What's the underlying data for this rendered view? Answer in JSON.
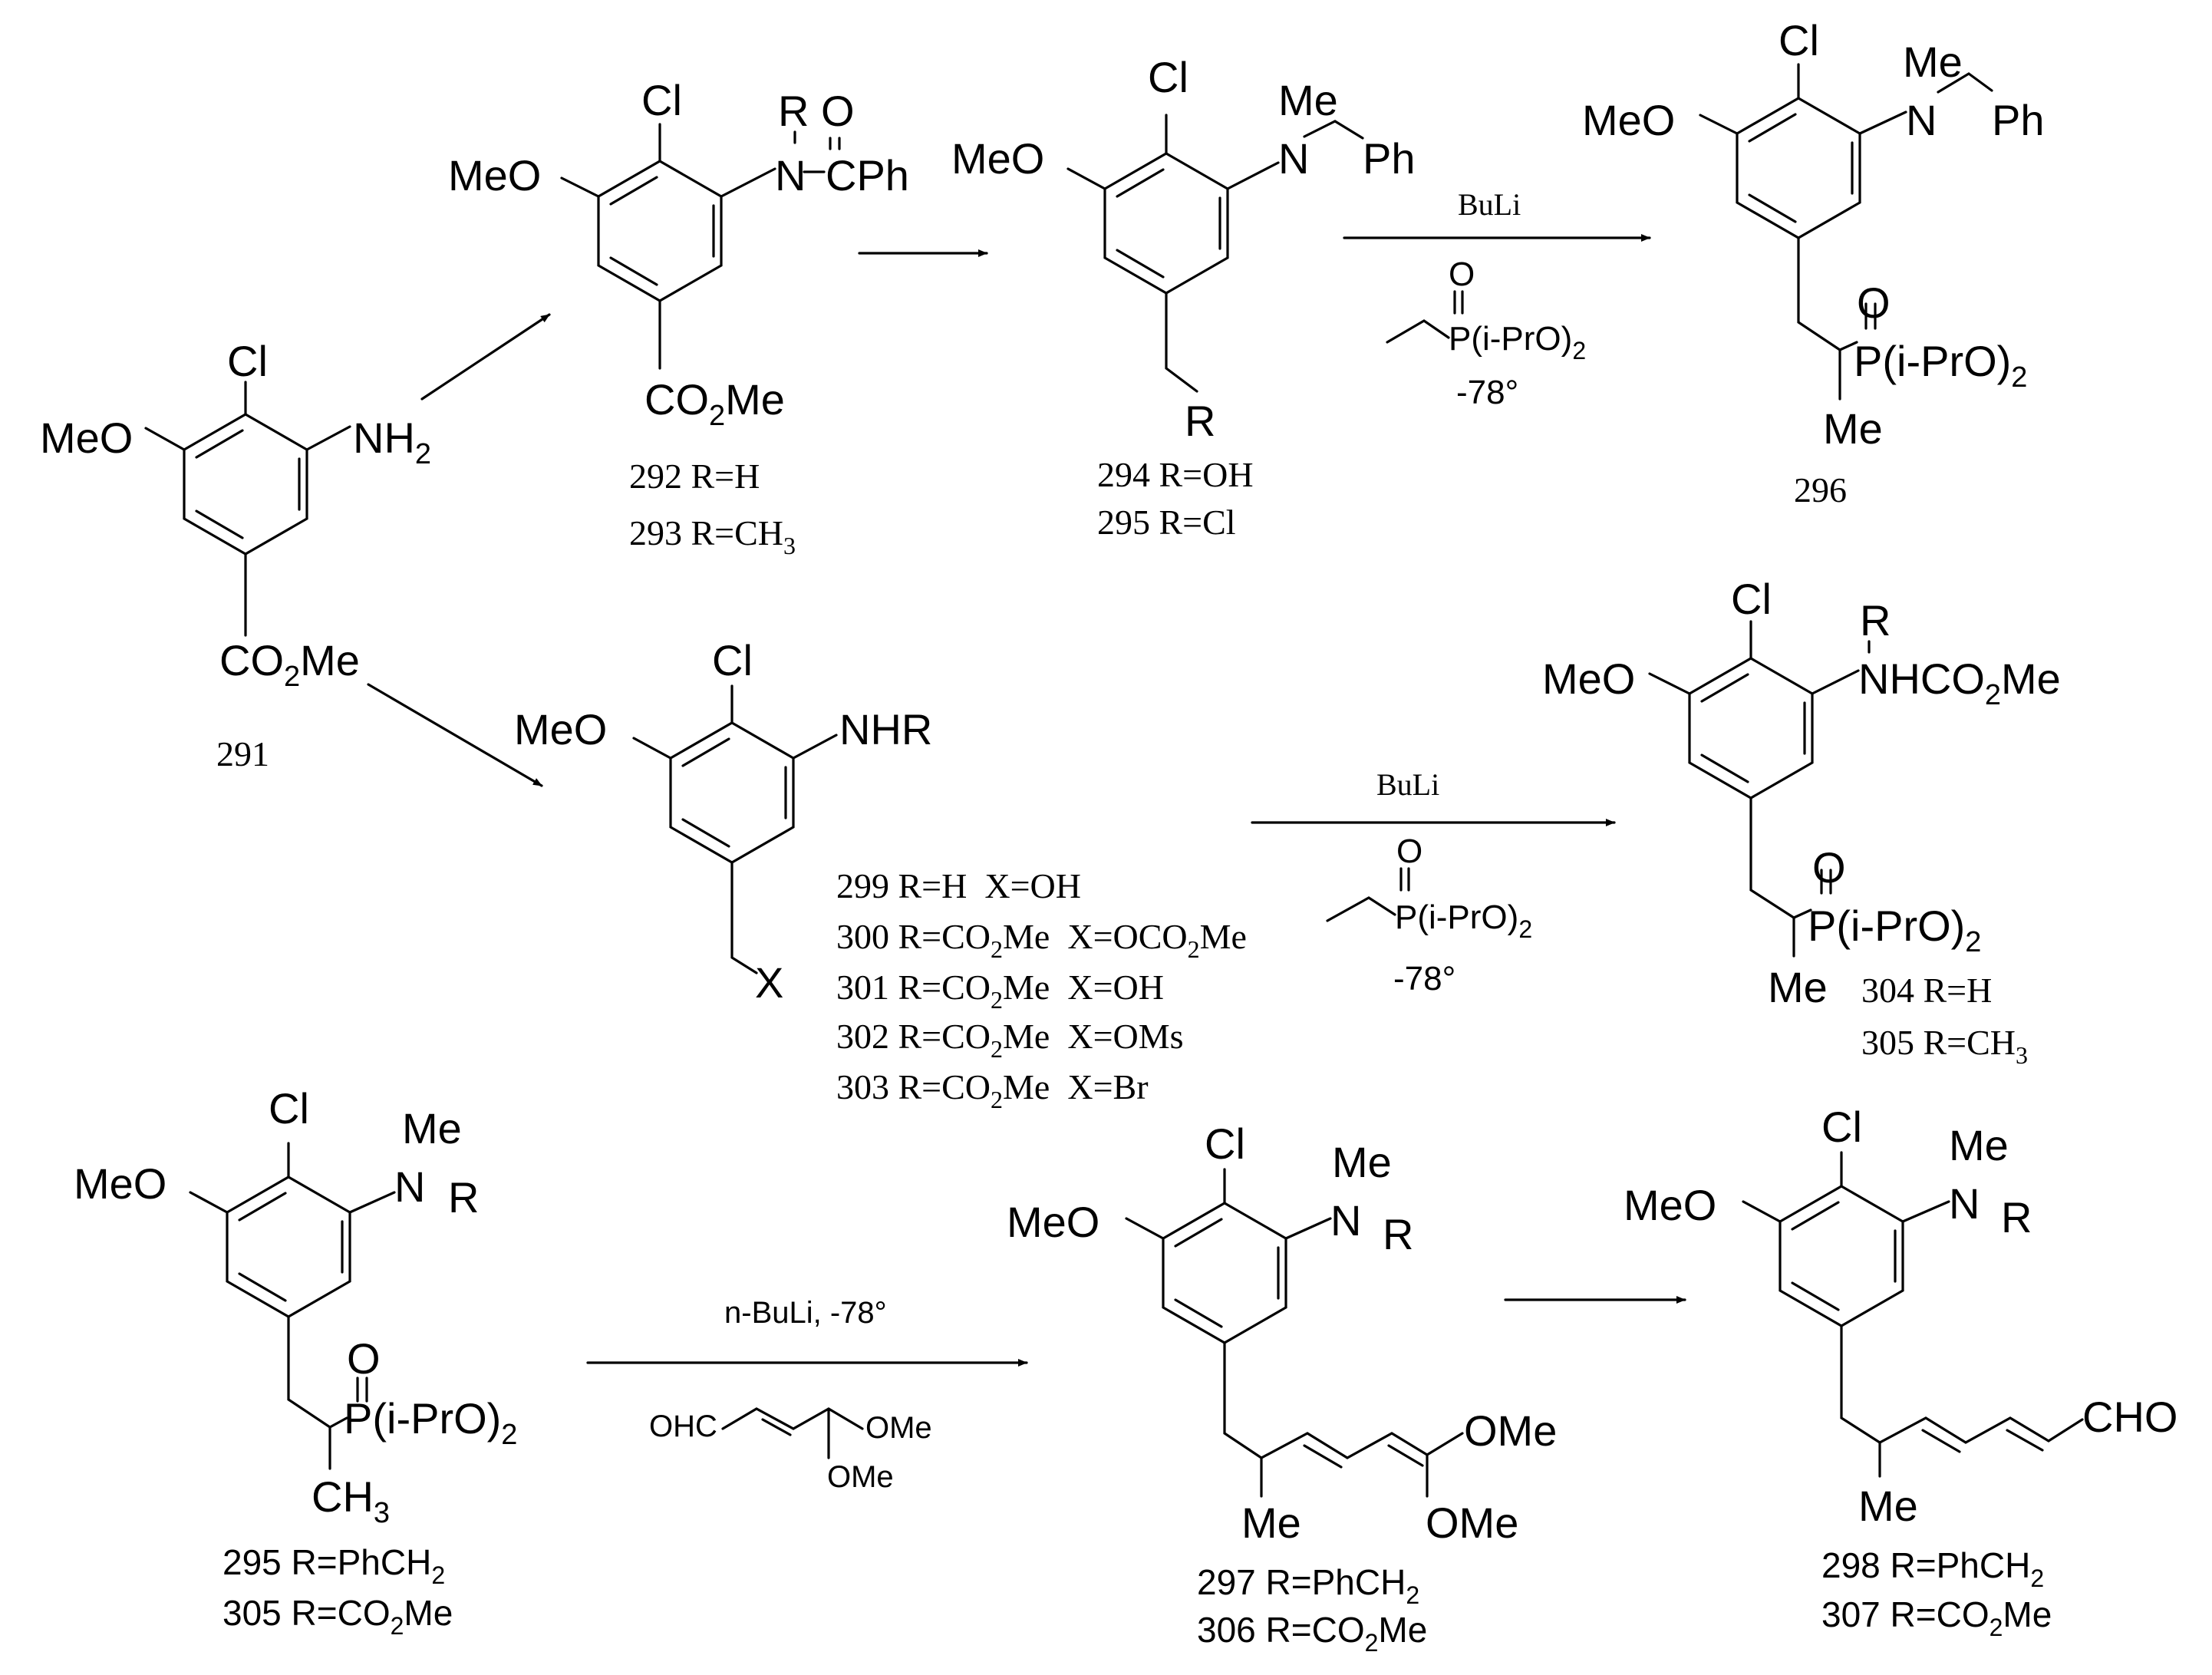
{
  "compound_291": {
    "cl": "Cl",
    "ome": "MeO",
    "nh2": "NH",
    "nh2_sub": "2",
    "ester_a": "CO",
    "ester_sub": "2",
    "ester_b": "Me",
    "label": "291"
  },
  "compound_292_293": {
    "cl": "Cl",
    "ome": "MeO",
    "r": "R",
    "o": "O",
    "n": "N",
    "cph": "CPh",
    "ester_a": "CO",
    "ester_sub": "2",
    "ester_b": "Me",
    "label_1": "292 R=H",
    "label_2a": "293 R=CH",
    "label_2sub": "3"
  },
  "compound_294_295": {
    "cl": "Cl",
    "ome": "MeO",
    "me": "Me",
    "n": "N",
    "ph": "Ph",
    "r": "R",
    "label_1": "294 R=OH",
    "label_2": "295 R=Cl"
  },
  "compound_296": {
    "cl": "Cl",
    "ome": "MeO",
    "me_n": "Me",
    "n": "N",
    "ph": "Ph",
    "o": "O",
    "p_a": "P(i-PrO)",
    "p_sub": "2",
    "me": "Me",
    "label": "296"
  },
  "arrow_1": {
    "reagent_top": "BuLi",
    "reagent_o": "O",
    "reagent_p_a": "P(i-PrO)",
    "reagent_p_sub": "2",
    "temp": "-78°"
  },
  "compound_299_303": {
    "cl": "Cl",
    "ome": "MeO",
    "nhr": "NHR",
    "x": "X",
    "l299": "299 R=H  X=OH",
    "l300a": "300 R=CO",
    "l300s1": "2",
    "l300b": "Me  X=OCO",
    "l300s2": "2",
    "l300c": "Me",
    "l301a": "301 R=CO",
    "l301s": "2",
    "l301b": "Me  X=OH",
    "l302a": "302 R=CO",
    "l302s": "2",
    "l302b": "Me  X=OMs",
    "l303a": "303 R=CO",
    "l303s": "2",
    "l303b": "Me  X=Br"
  },
  "arrow_2": {
    "reagent_top": "BuLi",
    "reagent_o": "O",
    "reagent_p_a": "P(i-PrO)",
    "reagent_p_sub": "2",
    "temp": "-78°"
  },
  "compound_304_305": {
    "cl": "Cl",
    "ome": "MeO",
    "r": "R",
    "nhco_a": "NHCO",
    "nhco_sub": "2",
    "nhco_b": "Me",
    "o": "O",
    "p_a": "P(i-PrO)",
    "p_sub": "2",
    "me": "Me",
    "label_1": "304 R=H",
    "label_2a": "305 R=CH",
    "label_2sub": "3"
  },
  "compound_295_305": {
    "cl": "Cl",
    "ome": "MeO",
    "me": "Me",
    "n": "N",
    "r": "R",
    "o": "O",
    "p_a": "P(i-PrO)",
    "p_sub": "2",
    "ch3_a": "CH",
    "ch3_sub": "3",
    "label_1a": "295 R=PhCH",
    "label_1sub": "2",
    "label_2a": "305 R=CO",
    "label_2sub": "2",
    "label_2b": "Me"
  },
  "arrow_3": {
    "reagent_top": "n-BuLi, -78°",
    "ohc": "OHC",
    "ome_1": "OMe",
    "ome_2": "OMe"
  },
  "compound_297_306": {
    "cl": "Cl",
    "ome": "MeO",
    "me_n": "Me",
    "n": "N",
    "r": "R",
    "me": "Me",
    "ome_1": "OMe",
    "ome_2": "OMe",
    "label_1a": "297 R=PhCH",
    "label_1sub": "2",
    "label_2a": "306 R=CO",
    "label_2sub": "2",
    "label_2b": "Me"
  },
  "compound_298_307": {
    "cl": "Cl",
    "ome": "MeO",
    "me_n": "Me",
    "n": "N",
    "r": "R",
    "me": "Me",
    "cho": "CHO",
    "label_1a": "298 R=PhCH",
    "label_1sub": "2",
    "label_2a": "307 R=CO",
    "label_2sub": "2",
    "label_2b": "Me"
  }
}
